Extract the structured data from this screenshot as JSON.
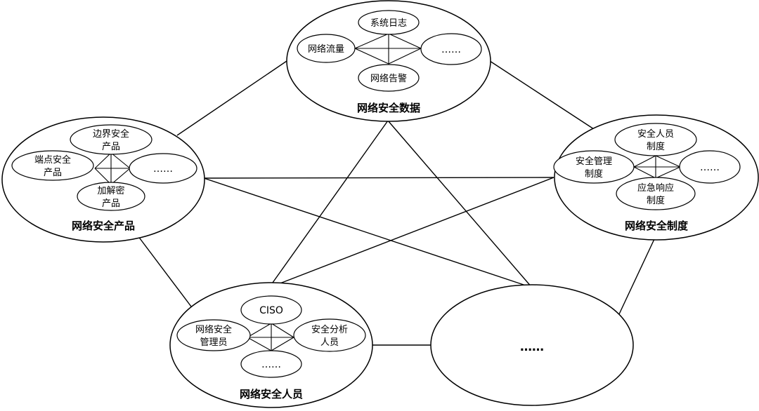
{
  "clusters": {
    "data": {
      "title": "网络安全数据",
      "top": "系统日志",
      "left": "网络流量",
      "right": "……",
      "bottom": "网络告警"
    },
    "products": {
      "title": "网络安全产品",
      "top": [
        "边界安全",
        "产品"
      ],
      "left": [
        "端点安全",
        "产品"
      ],
      "right": "……",
      "bottom": [
        "加解密",
        "产品"
      ]
    },
    "policy": {
      "title": "网络安全制度",
      "top": [
        "安全人员",
        "制度"
      ],
      "left": [
        "安全管理",
        "制度"
      ],
      "right": "……",
      "bottom": [
        "应急响应",
        "制度"
      ]
    },
    "people": {
      "title": "网络安全人员",
      "top": "CISO",
      "left": [
        "网络安全",
        "管理员"
      ],
      "right": [
        "安全分析",
        "人员"
      ],
      "bottom": "……"
    },
    "other": {
      "label": "……"
    }
  }
}
